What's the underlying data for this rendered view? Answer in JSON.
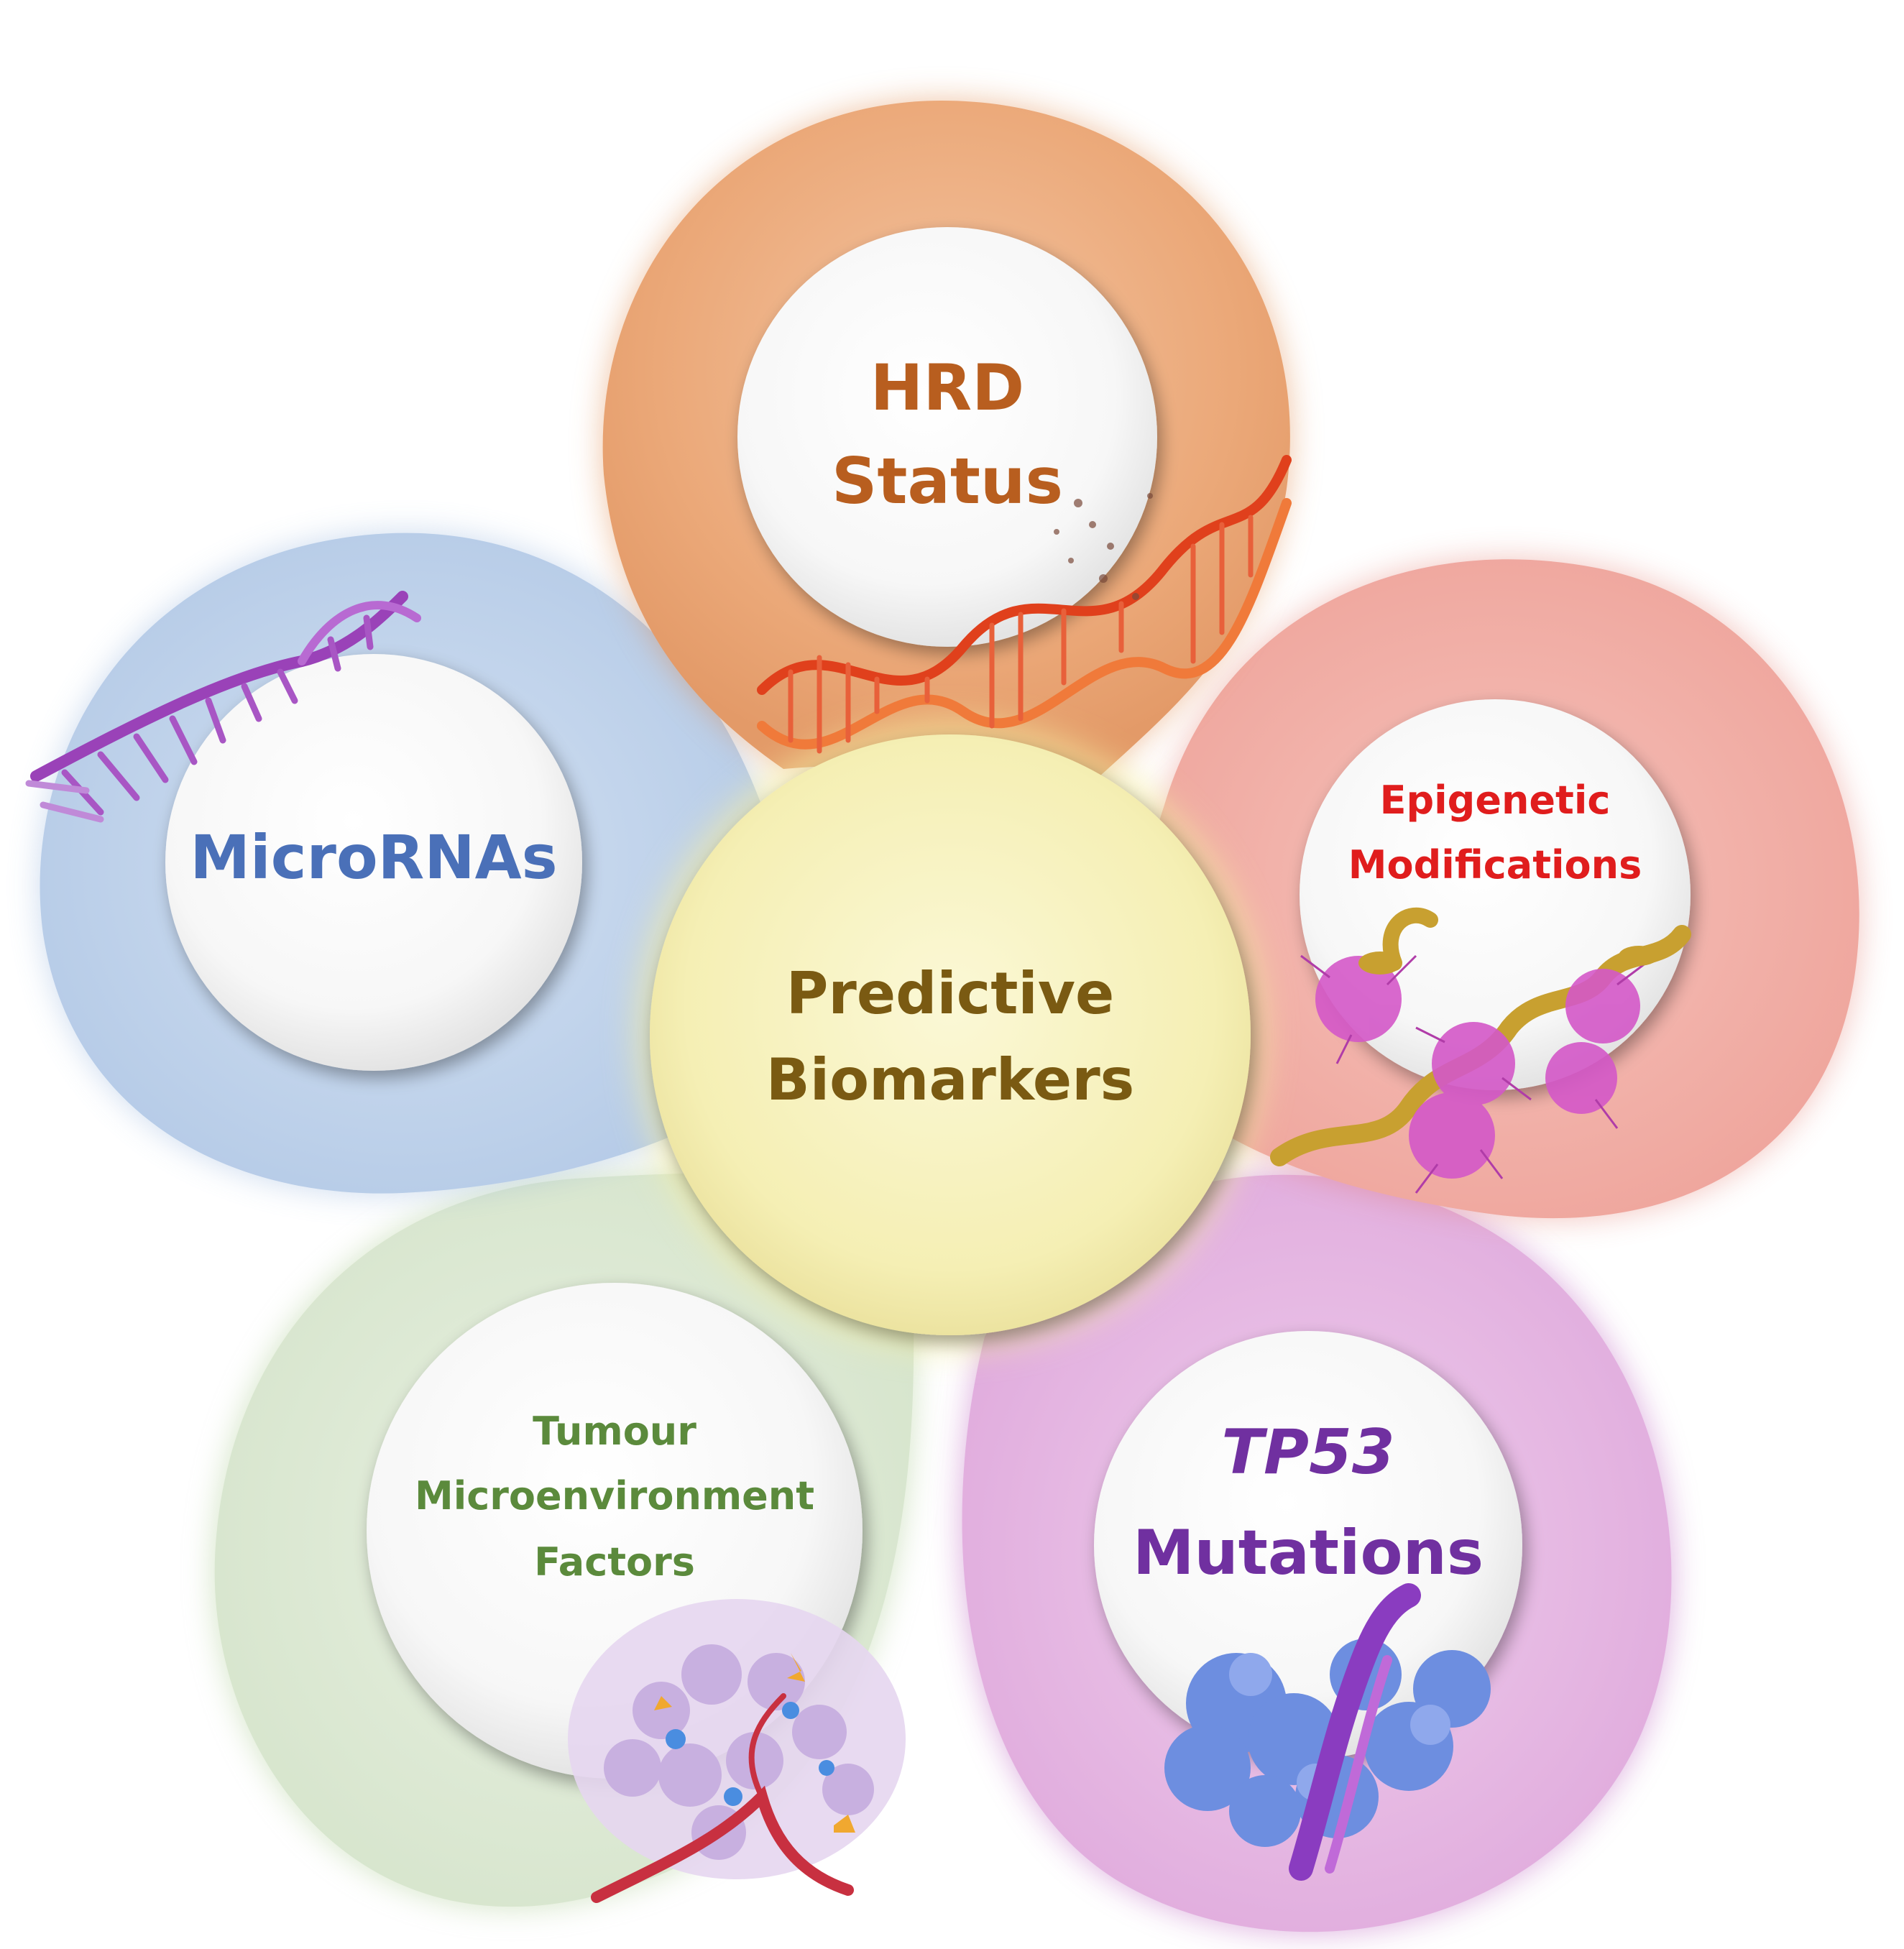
{
  "center": {
    "line1": "Predictive",
    "line2": "Biomarkers",
    "color": "#7a5a12"
  },
  "petals": {
    "hrd": {
      "line1": "HRD",
      "line2": "Status",
      "color": "#b85e1f",
      "fill": "#ecae80"
    },
    "microrna": {
      "line1": "MicroRNAs",
      "color": "#4a70b8",
      "fill": "#bcd0ea"
    },
    "epigenetic": {
      "line1": "Epigenetic",
      "line2": "Modifications",
      "color": "#e01d1d",
      "fill": "#f0aaa2"
    },
    "tumour": {
      "line1": "Tumour",
      "line2": "Microenvironment",
      "line3": "Factors",
      "color": "#5b8a3c",
      "fill": "#dbe8d2"
    },
    "tp53": {
      "line1": "TP53",
      "line2": "Mutations",
      "color": "#7030a0",
      "fill": "#e6b8e4"
    }
  },
  "illustrations": {
    "hrd": "broken-dna-helix-icon",
    "microrna": "rna-strand-icon",
    "epigenetic": "chromatin-nucleosome-icon",
    "tumour": "tumour-cell-cluster-icon",
    "tp53": "p53-protein-dna-complex-icon"
  }
}
